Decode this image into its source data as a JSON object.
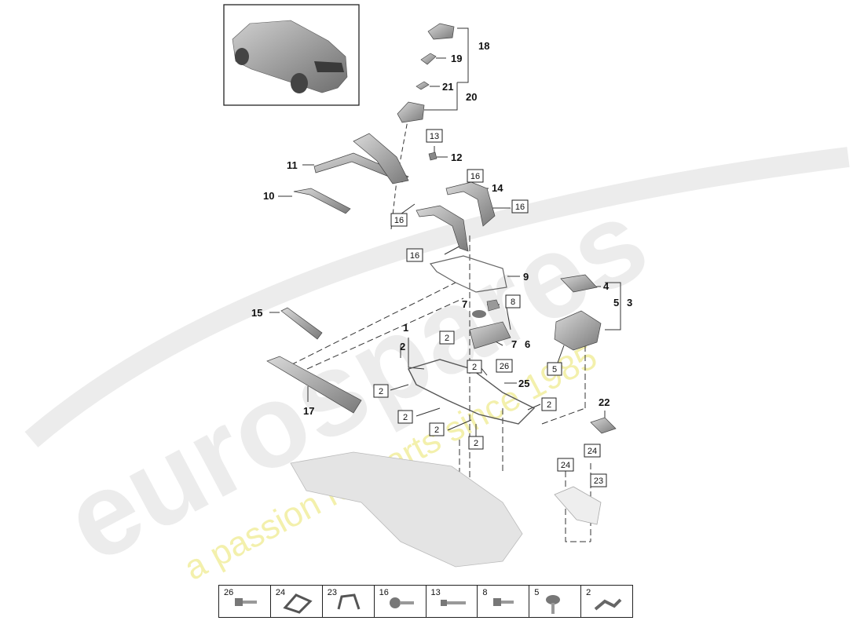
{
  "watermark": {
    "brand": "eurospares",
    "tagline": "a passion for parts since 1985",
    "brand_color": "#e6e6e6",
    "tagline_color": "#f3f0a8"
  },
  "callouts": {
    "c1": "1",
    "c2a": "2",
    "c3": "3",
    "c4": "4",
    "c5": "5",
    "c6": "6",
    "c7a": "7",
    "c7b": "7",
    "c9": "9",
    "c10": "10",
    "c11": "11",
    "c12": "12",
    "c14": "14",
    "c15": "15",
    "c17": "17",
    "c18": "18",
    "c19": "19",
    "c20": "20",
    "c21": "21",
    "c22": "22",
    "c25": "25"
  },
  "boxed": {
    "b13": "13",
    "b16a": "16",
    "b16b": "16",
    "b16c": "16",
    "b16d": "16",
    "b8": "8",
    "b5": "5",
    "b26": "26",
    "b2a": "2",
    "b2b": "2",
    "b2c": "2",
    "b2d": "2",
    "b2e": "2",
    "b2f": "2",
    "b2g": "2",
    "b24a": "24",
    "b24b": "24",
    "b23": "23"
  },
  "legend": {
    "cells": [
      "26",
      "24",
      "23",
      "16",
      "13",
      "8",
      "5",
      "2"
    ]
  }
}
